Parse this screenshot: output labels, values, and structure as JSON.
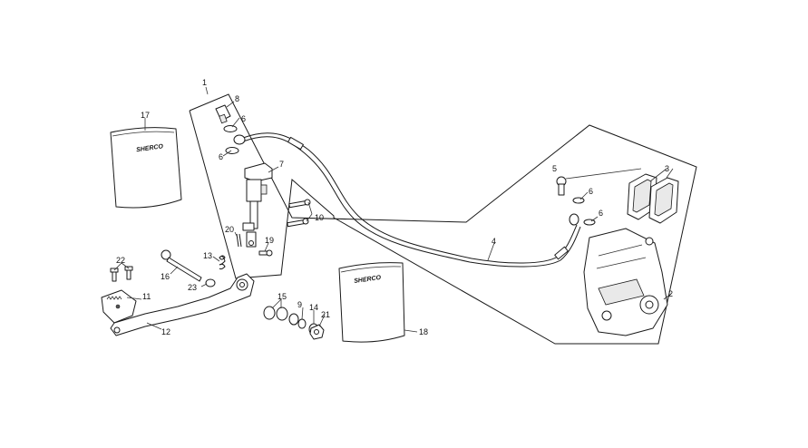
{
  "callouts": {
    "c1": "1",
    "c2": "2",
    "c3": "3",
    "c4": "4",
    "c5": "5",
    "c6a": "6",
    "c6b": "6",
    "c6c": "6",
    "c6d": "6",
    "c7": "7",
    "c8": "8",
    "c9": "9",
    "c10": "10",
    "c11": "11",
    "c12": "12",
    "c13": "13",
    "c14": "14",
    "c15": "15",
    "c16": "16",
    "c17": "17",
    "c18": "18",
    "c19": "19",
    "c20": "20",
    "c21": "21",
    "c22": "22",
    "c23": "23"
  },
  "pouch_brand": {
    "left": "SHERCO",
    "right": "SHERCO"
  },
  "icons": {
    "kit": "assembly-frame",
    "caliper": "brake-caliper",
    "pads": "brake-pads",
    "hose": "brake-hose",
    "master_cylinder": "master-cylinder",
    "pedal": "brake-pedal",
    "pouch": "repair-pouch"
  }
}
